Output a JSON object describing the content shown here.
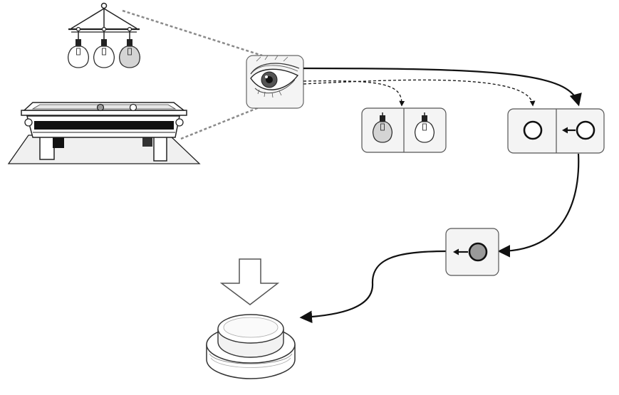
{
  "diagram": {
    "scene": {
      "chandelier": {
        "bulbs": [
          "off",
          "off",
          "on"
        ],
        "icon": "chandelier-icon"
      },
      "table": {
        "icon": "pool-table-icon"
      }
    },
    "observer": {
      "icon": "eye-icon"
    },
    "bulb_comparison": {
      "cells": [
        {
          "state": "on",
          "icon": "lit-bulb-icon"
        },
        {
          "state": "off",
          "icon": "unlit-bulb-icon"
        }
      ]
    },
    "ball_comparison": {
      "cells": [
        {
          "state": "hollow",
          "icon": "hollow-circle-icon"
        },
        {
          "state": "hollow-with-left-arrow",
          "icon": "circle-arrow-left-icon"
        }
      ]
    },
    "result": {
      "state": "filled-with-left-arrow",
      "icon": "filled-circle-arrow-left-icon"
    },
    "action": {
      "icon": "push-button-icon",
      "pointer": "down-arrow-icon"
    },
    "colors": {
      "stroke": "#111111",
      "panel_fill": "#f4f4f4",
      "lit": "#d4d4d4",
      "filled_ball": "#9a9a9a",
      "sight_line": "#8a8a8a"
    }
  }
}
